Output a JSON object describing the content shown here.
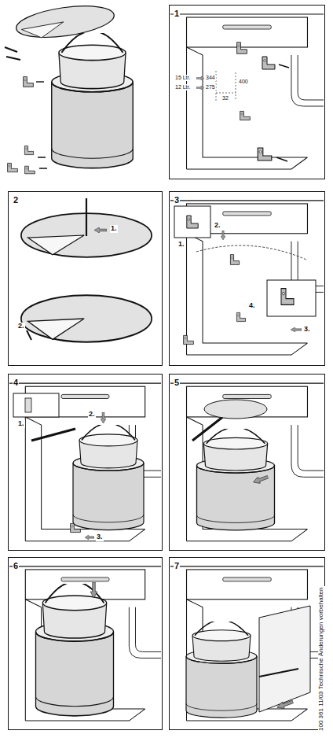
{
  "diagram": {
    "nodes": [
      {
        "text": [
          "1"
        ]
      },
      {
        "text": [
          "2"
        ]
      },
      {
        "text": [
          "3"
        ]
      },
      {
        "text": [
          "4"
        ]
      },
      {
        "text": [
          "5"
        ]
      },
      {
        "text": [
          "6"
        ]
      },
      {
        "text": [
          "7"
        ]
      }
    ],
    "labels": [
      "15 Ltr.",
      "344",
      "12 Ltr.",
      "275",
      "32",
      "400",
      "1.",
      "2.",
      "1.",
      "2.",
      "4.",
      "3.",
      "1.",
      "2.",
      "3.",
      "100 361 11/03 Technische Änderungen vorbehalten"
    ]
  }
}
